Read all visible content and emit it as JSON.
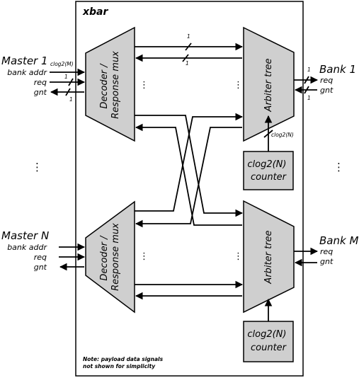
{
  "xbar_label": "xbar",
  "masters": [
    {
      "name": "Master 1",
      "signals": [
        "bank addr",
        "req",
        "gnt"
      ],
      "width_label": "clog2(M)",
      "bus_widths": [
        "1",
        "1"
      ]
    },
    {
      "name": "Master N",
      "signals": [
        "bank addr",
        "req",
        "gnt"
      ]
    }
  ],
  "banks": [
    {
      "name": "Bank 1",
      "signals": [
        "req",
        "gnt"
      ],
      "bus_widths": [
        "1",
        "1"
      ]
    },
    {
      "name": "Bank M",
      "signals": [
        "req",
        "gnt"
      ]
    }
  ],
  "decoder_label": [
    "Decoder /",
    "Response mux"
  ],
  "arbiter_label": "Arbiter tree",
  "counter_label": [
    "clog2(N)",
    "counter"
  ],
  "arb_sel_width": "clog2(N)",
  "link_widths": [
    "1",
    "1"
  ],
  "ellipsis": "⋮",
  "note": [
    "Note: payload data signals",
    "not shown for simplicity"
  ]
}
